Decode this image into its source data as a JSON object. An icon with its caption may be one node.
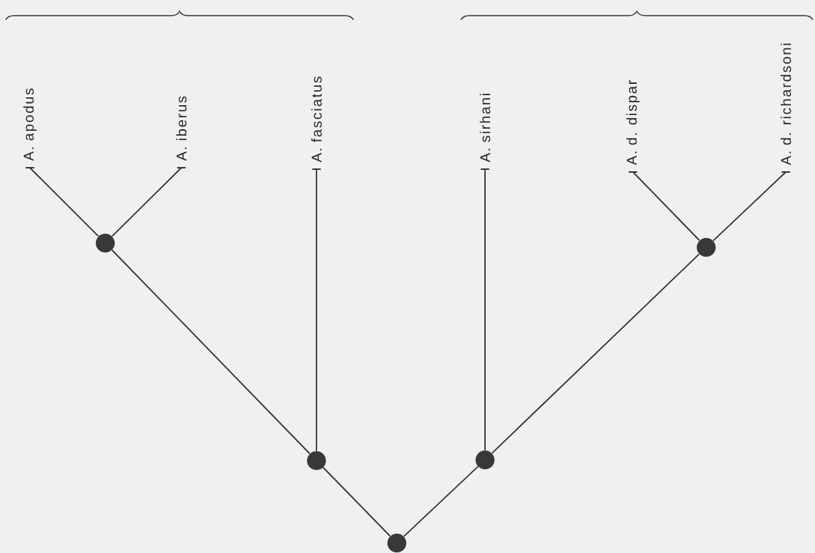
{
  "diagram": {
    "nodes": [
      {
        "text": [
          "A. apodus"
        ]
      },
      {
        "text": [
          "A. iberus"
        ]
      },
      {
        "text": [
          "A. fasciatus"
        ]
      },
      {
        "text": [
          "A. sirhani"
        ]
      },
      {
        "text": [
          "A. d. dispar"
        ]
      },
      {
        "text": [
          "A. d. richardsoni"
        ]
      },
      {
        "text": [],
        "shape": "circle"
      },
      {
        "text": [],
        "shape": "circle"
      },
      {
        "text": [],
        "shape": "circle"
      },
      {
        "text": [],
        "shape": "circle"
      },
      {
        "text": [],
        "shape": "circle"
      }
    ],
    "edges": [
      {
        "from": 10,
        "to": 7,
        "arrow": "none"
      },
      {
        "from": 10,
        "to": 8,
        "arrow": "none"
      },
      {
        "from": 7,
        "to": 6,
        "arrow": "none"
      },
      {
        "from": 7,
        "to": 2,
        "arrow": "none"
      },
      {
        "from": 6,
        "to": 0,
        "arrow": "none"
      },
      {
        "from": 6,
        "to": 1,
        "arrow": "none"
      },
      {
        "from": 8,
        "to": 3,
        "arrow": "none"
      },
      {
        "from": 8,
        "to": 9,
        "arrow": "none"
      },
      {
        "from": 9,
        "to": 4,
        "arrow": "none"
      },
      {
        "from": 9,
        "to": 5,
        "arrow": "none"
      }
    ]
  }
}
